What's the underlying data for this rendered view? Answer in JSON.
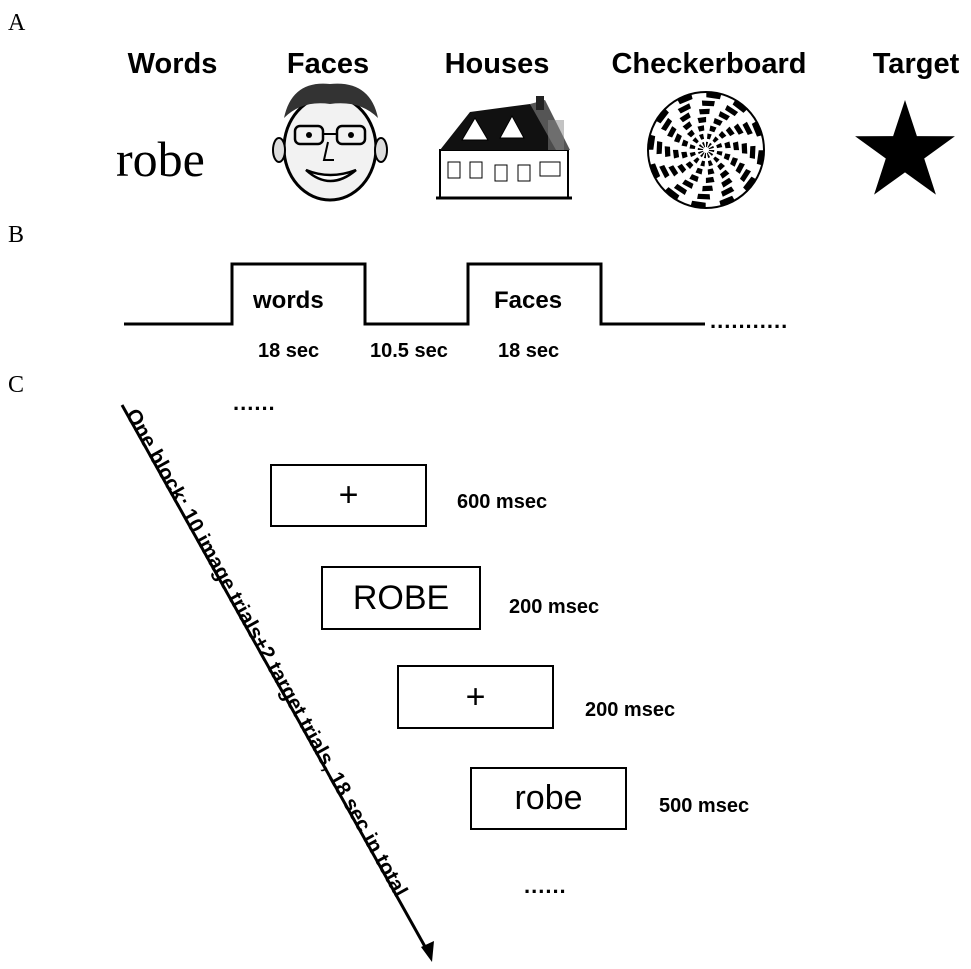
{
  "panels": {
    "a": "A",
    "b": "B",
    "c": "C"
  },
  "panel_a": {
    "categories": [
      "Words",
      "Faces",
      "Houses",
      "Checkerboard",
      "Target"
    ],
    "word_example": "robe"
  },
  "panel_b": {
    "block1_label": "words",
    "block2_label": "Faces",
    "durations": [
      "18 sec",
      "10.5 sec",
      "18 sec"
    ],
    "continuation": "..........."
  },
  "panel_c": {
    "arrow_label": "One block: 10 image trials+2 target trials, 18 sec in total",
    "top_dots": "......",
    "bottom_dots": "......",
    "trials": [
      {
        "content": "+",
        "duration": "600 msec"
      },
      {
        "content": "ROBE",
        "duration": "200 msec"
      },
      {
        "content": "+",
        "duration": "200 msec"
      },
      {
        "content": "robe",
        "duration": "500 msec"
      }
    ]
  }
}
